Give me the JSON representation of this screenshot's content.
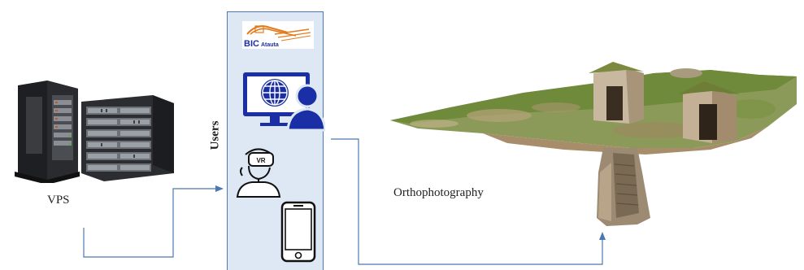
{
  "labels": {
    "vps": "VPS",
    "users": "Users",
    "ortho": "Orthophotography"
  },
  "logo": {
    "text_main": "BIC",
    "text_sub": "Atauta"
  },
  "icons": {
    "vr_text": "VR"
  },
  "colors": {
    "panel_fill": "#dde8f4",
    "panel_border": "#4a79b0",
    "arrow": "#4a79b0",
    "monitor_blue": "#1a2fa6",
    "logo_orange": "#e37b1a"
  }
}
